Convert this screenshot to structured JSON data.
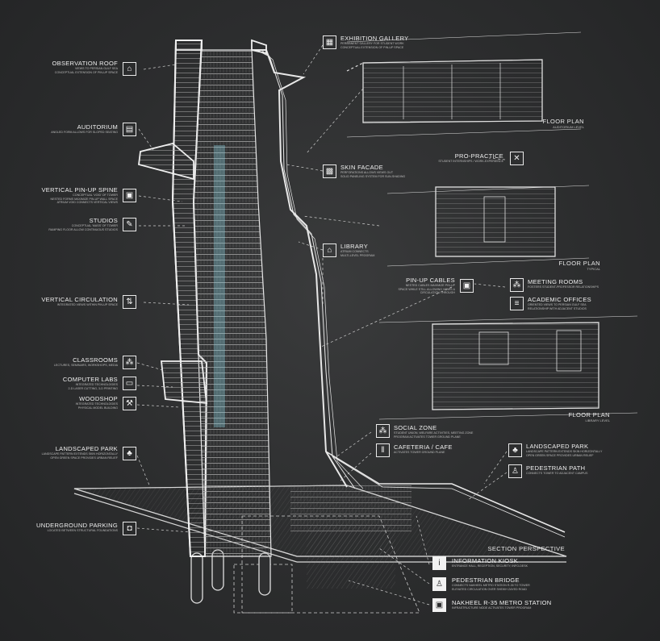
{
  "labels": {
    "observation_roof": {
      "title": "OBSERVATION ROOF",
      "sub1": "VIEWS TO PERSIAN GULF SEA",
      "sub2": "CONCEPTUAL EXTENSION OF PIN-UP SPACE"
    },
    "auditorium": {
      "title": "AUDITORIUM",
      "sub1": "ANGLED FORM ALLOWS FOR SLOPED SEATING"
    },
    "vertical_pinup_spine": {
      "title": "VERTICAL PIN-UP SPINE",
      "sub1": "CONCEPTUAL 'VOID' OF TOWER",
      "sub2": "NESTED FORMS MAXIMIZE PIN-UP WALL SPACE",
      "sub3": "ATRIUM VOID CONNECTS VERTICAL VIEWS"
    },
    "studios": {
      "title": "STUDIOS",
      "sub1": "CONCEPTUAL 'MASS' OF TOWER",
      "sub2": "RAMPING FLOOR ALLOW CONTINUOUS STUDIOS"
    },
    "vertical_circulation": {
      "title": "VERTICAL CIRCULATION",
      "sub1": "INTEGRATED VIEWS WITHIN PIN-UP SPACE"
    },
    "classrooms": {
      "title": "CLASSROOMS",
      "sub1": "LECTURES, SEMINARS, WORKSHOPS, MEDIA"
    },
    "computer_labs": {
      "title": "COMPUTER LABS",
      "sub1": "INTEGRATED TECHNOLOGIES",
      "sub2": "2-D LASER CUTTING, 3-D PRINTING"
    },
    "woodshop": {
      "title": "WOODSHOP",
      "sub1": "INTEGRATED TECHNOLOGIES",
      "sub2": "PHYSICAL MODEL BUILDING"
    },
    "landscaped_park_left": {
      "title": "LANDSCAPED PARK",
      "sub1": "LANDSCAPE PATTERN EXTENDS SKIN HORIZONTALLY",
      "sub2": "OPEN GREEN SPACE PROVIDES URBAN RELIEF"
    },
    "underground_parking": {
      "title": "UNDERGROUND PARKING",
      "sub1": "LOCATED BETWEEN STRUCTURAL FOUNDATIONS"
    },
    "exhibition_gallery": {
      "title": "EXHIBITION GALLERY",
      "sub1": "PERMANENT GALLERY FOR STUDENT WORK",
      "sub2": "CONCEPTUAL EXTENSION OF PIN-UP SPACE"
    },
    "skin_facade": {
      "title": "SKIN FACADE",
      "sub1": "PERFORATIONS ALLOWS VIEWS OUT",
      "sub2": "SOLID PANELING SYSTEM FOR SUN-SHADING"
    },
    "library": {
      "title": "LIBRARY",
      "sub1": "ATRIUM CONNECTS",
      "sub2": "MULTI-LEVEL PROGRAM"
    },
    "pinup_cables": {
      "title": "PIN-UP CABLES",
      "sub1": "NESTED CABLES MAXIMIZE PIN-UP",
      "sub2": "SPACE WHILE STILL ALLOWING VIEWS &",
      "sub3": "CIRCULATION THROUGH"
    },
    "pro_practice": {
      "title": "PRO-PRACTICE",
      "sub1": "STUDENT INTERNSHIPS / WORK-EXPERIENCE"
    },
    "meeting_rooms": {
      "title": "MEETING ROOMS",
      "sub1": "FOSTERS STUDENT-PROFESSOR RELATIONSHIPS"
    },
    "academic_offices": {
      "title": "ACADEMIC OFFICES",
      "sub1": "ORIENTED VIEWS TO PERSIAN GULF SEA",
      "sub2": "RELATIONSHIP WITH ADJACENT STUDIOS"
    },
    "social_zone": {
      "title": "SOCIAL ZONE",
      "sub1": "STUDENT UNION, WELFARE ACTIVITIES, MEETING ZONE",
      "sub2": "PROGRAM ACTIVATES TOWER GROUND PLANE"
    },
    "cafeteria": {
      "title": "CAFETERIA / CAFE",
      "sub1": "ACTIVATES TOWER GROUND PLANE"
    },
    "landscaped_park_right": {
      "title": "LANDSCAPED PARK",
      "sub1": "LANDSCAPE PATTERN EXTENDS SKIN HORIZONTALLY",
      "sub2": "OPEN GREEN SPACE PROVIDES URBAN RELIEF"
    },
    "pedestrian_path": {
      "title": "PEDESTRIAN PATH",
      "sub1": "CONNECTS TOWER TO ADJACENT CAMPUS"
    },
    "information_kiosk": {
      "title": "INFORMATION KIOSK",
      "sub1": "ENTRANCE HALL, RECEPTION, SECURITY, INFO-DESK"
    },
    "pedestrian_bridge": {
      "title": "PEDESTRIAN BRIDGE",
      "sub1": "CONNECTS NAKHEEL METRO STATION R-35 TO TOWER",
      "sub2": "ELEVATED CIRCULATION OVER SHEIKH ZAYED ROAD"
    },
    "metro_station": {
      "title": "NAKHEEL R-35 METRO STATION",
      "sub1": "INFRASTRUCTURE NODE ACTIVATES TOWER PROGRAM"
    }
  },
  "floor_plans": {
    "auditorium": {
      "title": "FLOOR PLAN",
      "sub": "AUDITORIUM LEVEL"
    },
    "typical": {
      "title": "FLOOR PLAN",
      "sub": "TYPICAL"
    },
    "library": {
      "title": "FLOOR PLAN",
      "sub": "LIBRARY LEVEL"
    }
  },
  "section_title": "SECTION PERSPECTIVE",
  "icons": {
    "observation_roof": "observation-icon",
    "auditorium": "auditorium-icon",
    "vertical_pinup_spine": "pinup-board-icon",
    "studios": "studio-icon",
    "vertical_circulation": "stairs-icon",
    "classrooms": "classroom-icon",
    "computer_labs": "computer-icon",
    "woodshop": "hammer-icon",
    "landscaped_park": "tree-icon",
    "underground_parking": "car-icon",
    "exhibition_gallery": "gallery-icon",
    "skin_facade": "solar-panel-icon",
    "library": "book-icon",
    "pinup_cables": "cable-board-icon",
    "pro_practice": "tools-icon",
    "meeting_rooms": "people-icon",
    "academic_offices": "document-icon",
    "social_zone": "social-people-icon",
    "cafeteria": "cutlery-icon",
    "pedestrian_path": "walking-icon",
    "information_kiosk": "info-icon",
    "pedestrian_bridge": "pedestrian-icon",
    "metro_station": "train-icon"
  },
  "colors": {
    "background": "#2b2c2d",
    "line": "#e6e6e6",
    "accent_glass": "#8fd8e6"
  }
}
